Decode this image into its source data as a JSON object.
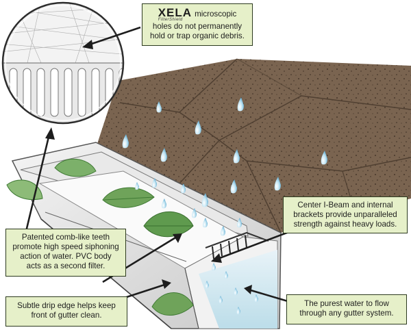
{
  "callouts": {
    "xela": {
      "brand": "XELA",
      "brand_sub": "FilterShield",
      "line1_rest": "microscopic",
      "line2": "holes do not permanently",
      "line3": "hold or trap organic debris."
    },
    "ibeam": {
      "line1": "Center I-Beam and internal",
      "line2": "brackets provide unparalleled",
      "line3": "strength against heavy loads."
    },
    "comb": {
      "line1": "Patented comb-like teeth",
      "line2": "promote high speed siphoning",
      "line3": "action of water.  PVC body",
      "line4": "acts as a second filter."
    },
    "drip": {
      "line1": "Subtle drip edge helps keep",
      "line2": "front of gutter clean."
    },
    "purest": {
      "line1": "The purest water to flow",
      "line2": "through any gutter system."
    }
  },
  "colors": {
    "shingle": "#7a6450",
    "shingle_dark": "#5e4c3b",
    "callout_fill": "#e6f0c9",
    "water": "#cfe6ef",
    "leaf": "#6fa35a",
    "leaf_dark": "#3f7a34"
  }
}
